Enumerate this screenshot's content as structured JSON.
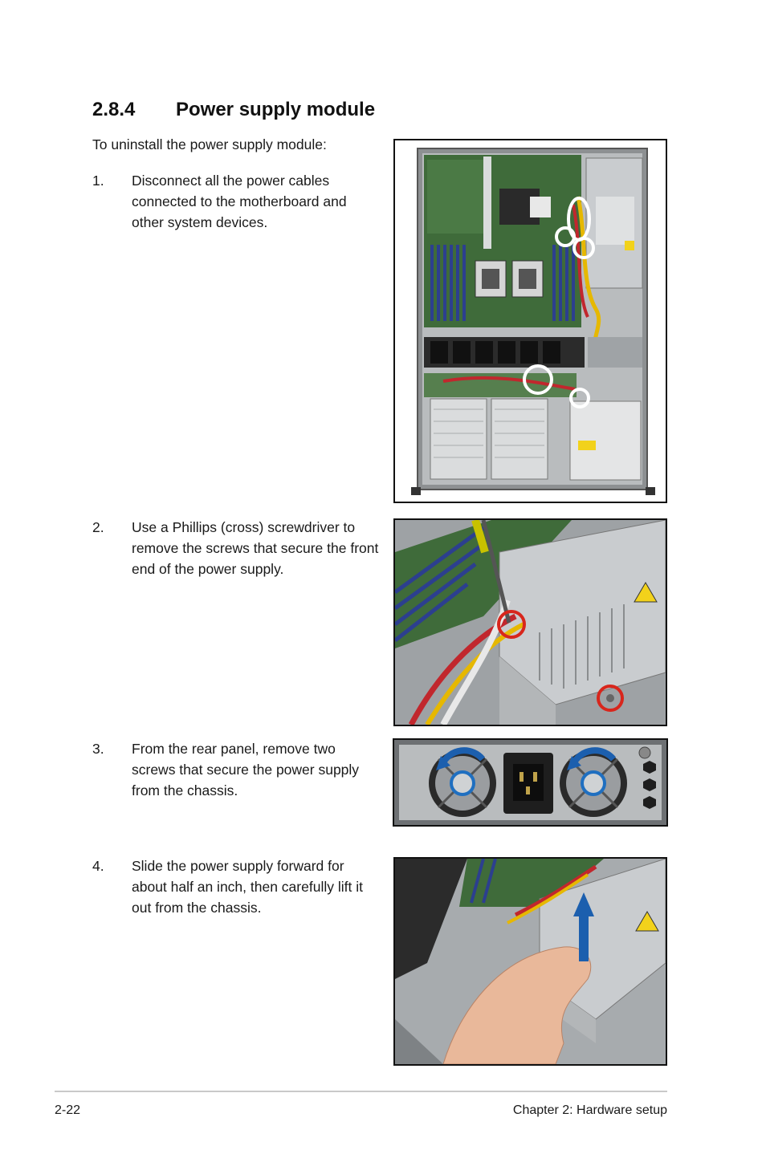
{
  "section": {
    "number": "2.8.4",
    "title": "Power supply module"
  },
  "intro": "To uninstall the power supply module:",
  "steps": [
    {
      "num": "1.",
      "text": "Disconnect all the power cables connected to the motherboard and other system devices."
    },
    {
      "num": "2.",
      "text": "Use a Phillips (cross) screwdriver to remove the screws that secure the front end of the power supply."
    },
    {
      "num": "3.",
      "text": "From the rear panel, remove two screws that secure the power supply from the chassis."
    },
    {
      "num": "4.",
      "text": "Slide the power supply forward for about half an inch, then carefully lift it out from the chassis."
    }
  ],
  "colors": {
    "callout_white": "#ffffff",
    "callout_red": "#d8261c",
    "callout_blue": "#1f6fc0",
    "arrow_blue": "#1c5fae",
    "psu_gray": "#c9cccf",
    "board_green": "#3f6b3a"
  },
  "footer": {
    "page_number": "2-22",
    "chapter": "Chapter 2: Hardware setup"
  }
}
